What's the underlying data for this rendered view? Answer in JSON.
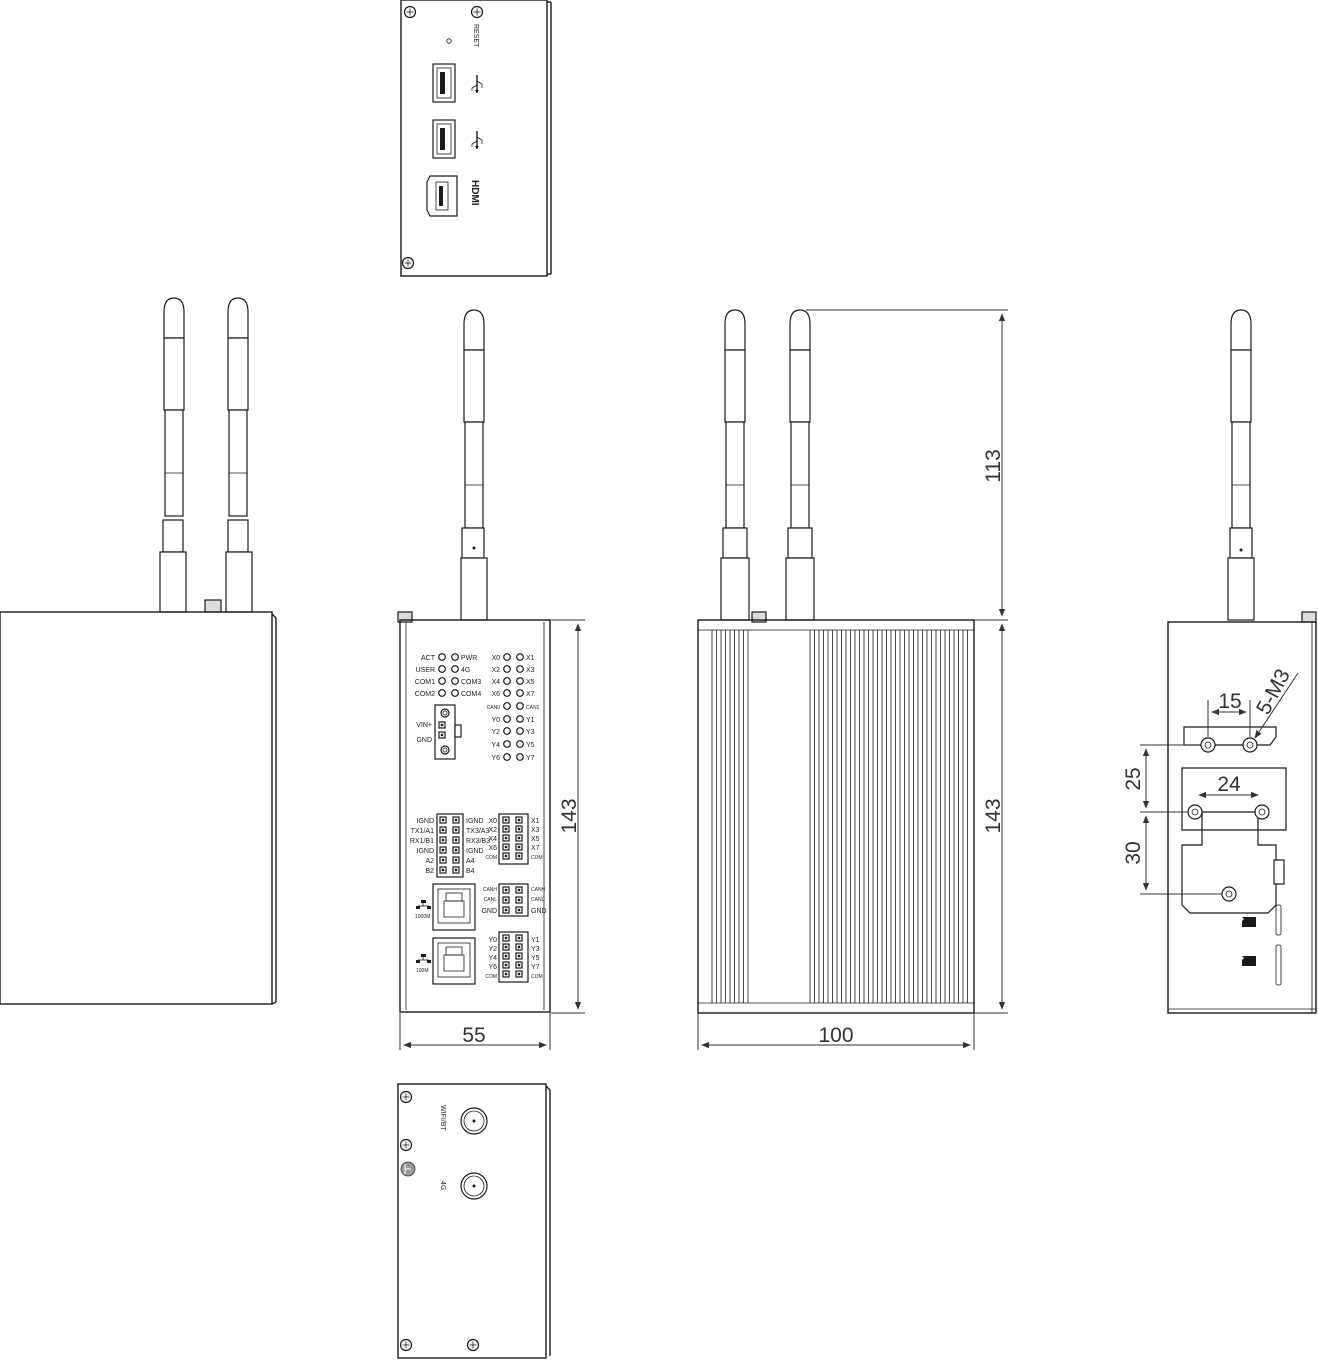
{
  "top_view": {
    "reset_label": "RESET",
    "hdmi_label": "HDMI"
  },
  "bottom_view": {
    "wifi_label": "WIFI/BT",
    "lte_label": "4G"
  },
  "front_panel": {
    "leds_left": [
      "ACT",
      "USER",
      "COM1",
      "COM2"
    ],
    "leds_right": [
      "PWR",
      "4G",
      "COM3",
      "COM4"
    ],
    "inputs_left": [
      "X0",
      "X2",
      "X4",
      "X6"
    ],
    "inputs_right": [
      "X1",
      "X3",
      "X5",
      "X7"
    ],
    "can_left": "CAN0",
    "can_right": "CAN1",
    "outputs_left": [
      "Y0",
      "Y2",
      "Y4",
      "Y6"
    ],
    "outputs_right": [
      "Y1",
      "Y3",
      "Y5",
      "Y7"
    ],
    "power_labels": [
      "VIN+",
      "GND"
    ],
    "serial_left": [
      "IGND",
      "TX1/A1",
      "RX1/B1",
      "IGND",
      "A2",
      "B2"
    ],
    "serial_right": [
      "IGND",
      "TX3/A3",
      "RX3/B3",
      "IGND",
      "A4",
      "B4"
    ],
    "di_block_left": [
      "X0",
      "X2",
      "X4",
      "X6",
      "COM"
    ],
    "di_block_right": [
      "X1",
      "X3",
      "X5",
      "X7",
      "COM"
    ],
    "can_block_left": [
      "CANH",
      "CANL",
      "GND"
    ],
    "can_block_right": [
      "CANH",
      "CANL",
      "GND"
    ],
    "do_block_left": [
      "Y0",
      "Y2",
      "Y4",
      "Y6",
      "COM"
    ],
    "do_block_right": [
      "Y1",
      "Y3",
      "Y5",
      "Y7",
      "COM"
    ],
    "eth1_label": "1000M",
    "eth2_label": "100M"
  },
  "dimensions": {
    "front_width": "55",
    "front_height": "143",
    "side_width": "100",
    "side_height": "143",
    "antenna_height": "113",
    "hole_spacing_x_top": "15",
    "hole_spacing_x_mid": "24",
    "hole_spacing_y_top": "25",
    "hole_spacing_y_bottom": "30",
    "screw_spec": "5-M3"
  }
}
